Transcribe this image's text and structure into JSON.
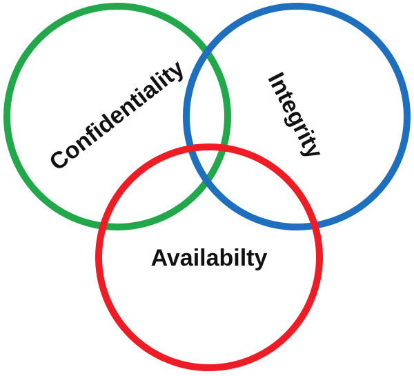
{
  "diagram": {
    "circles": [
      {
        "label": "Confidentiality",
        "color": "#22a84a"
      },
      {
        "label": "Integrity",
        "color": "#1f6fbf"
      },
      {
        "label": "Availabilty",
        "color": "#ee1c24"
      }
    ]
  }
}
